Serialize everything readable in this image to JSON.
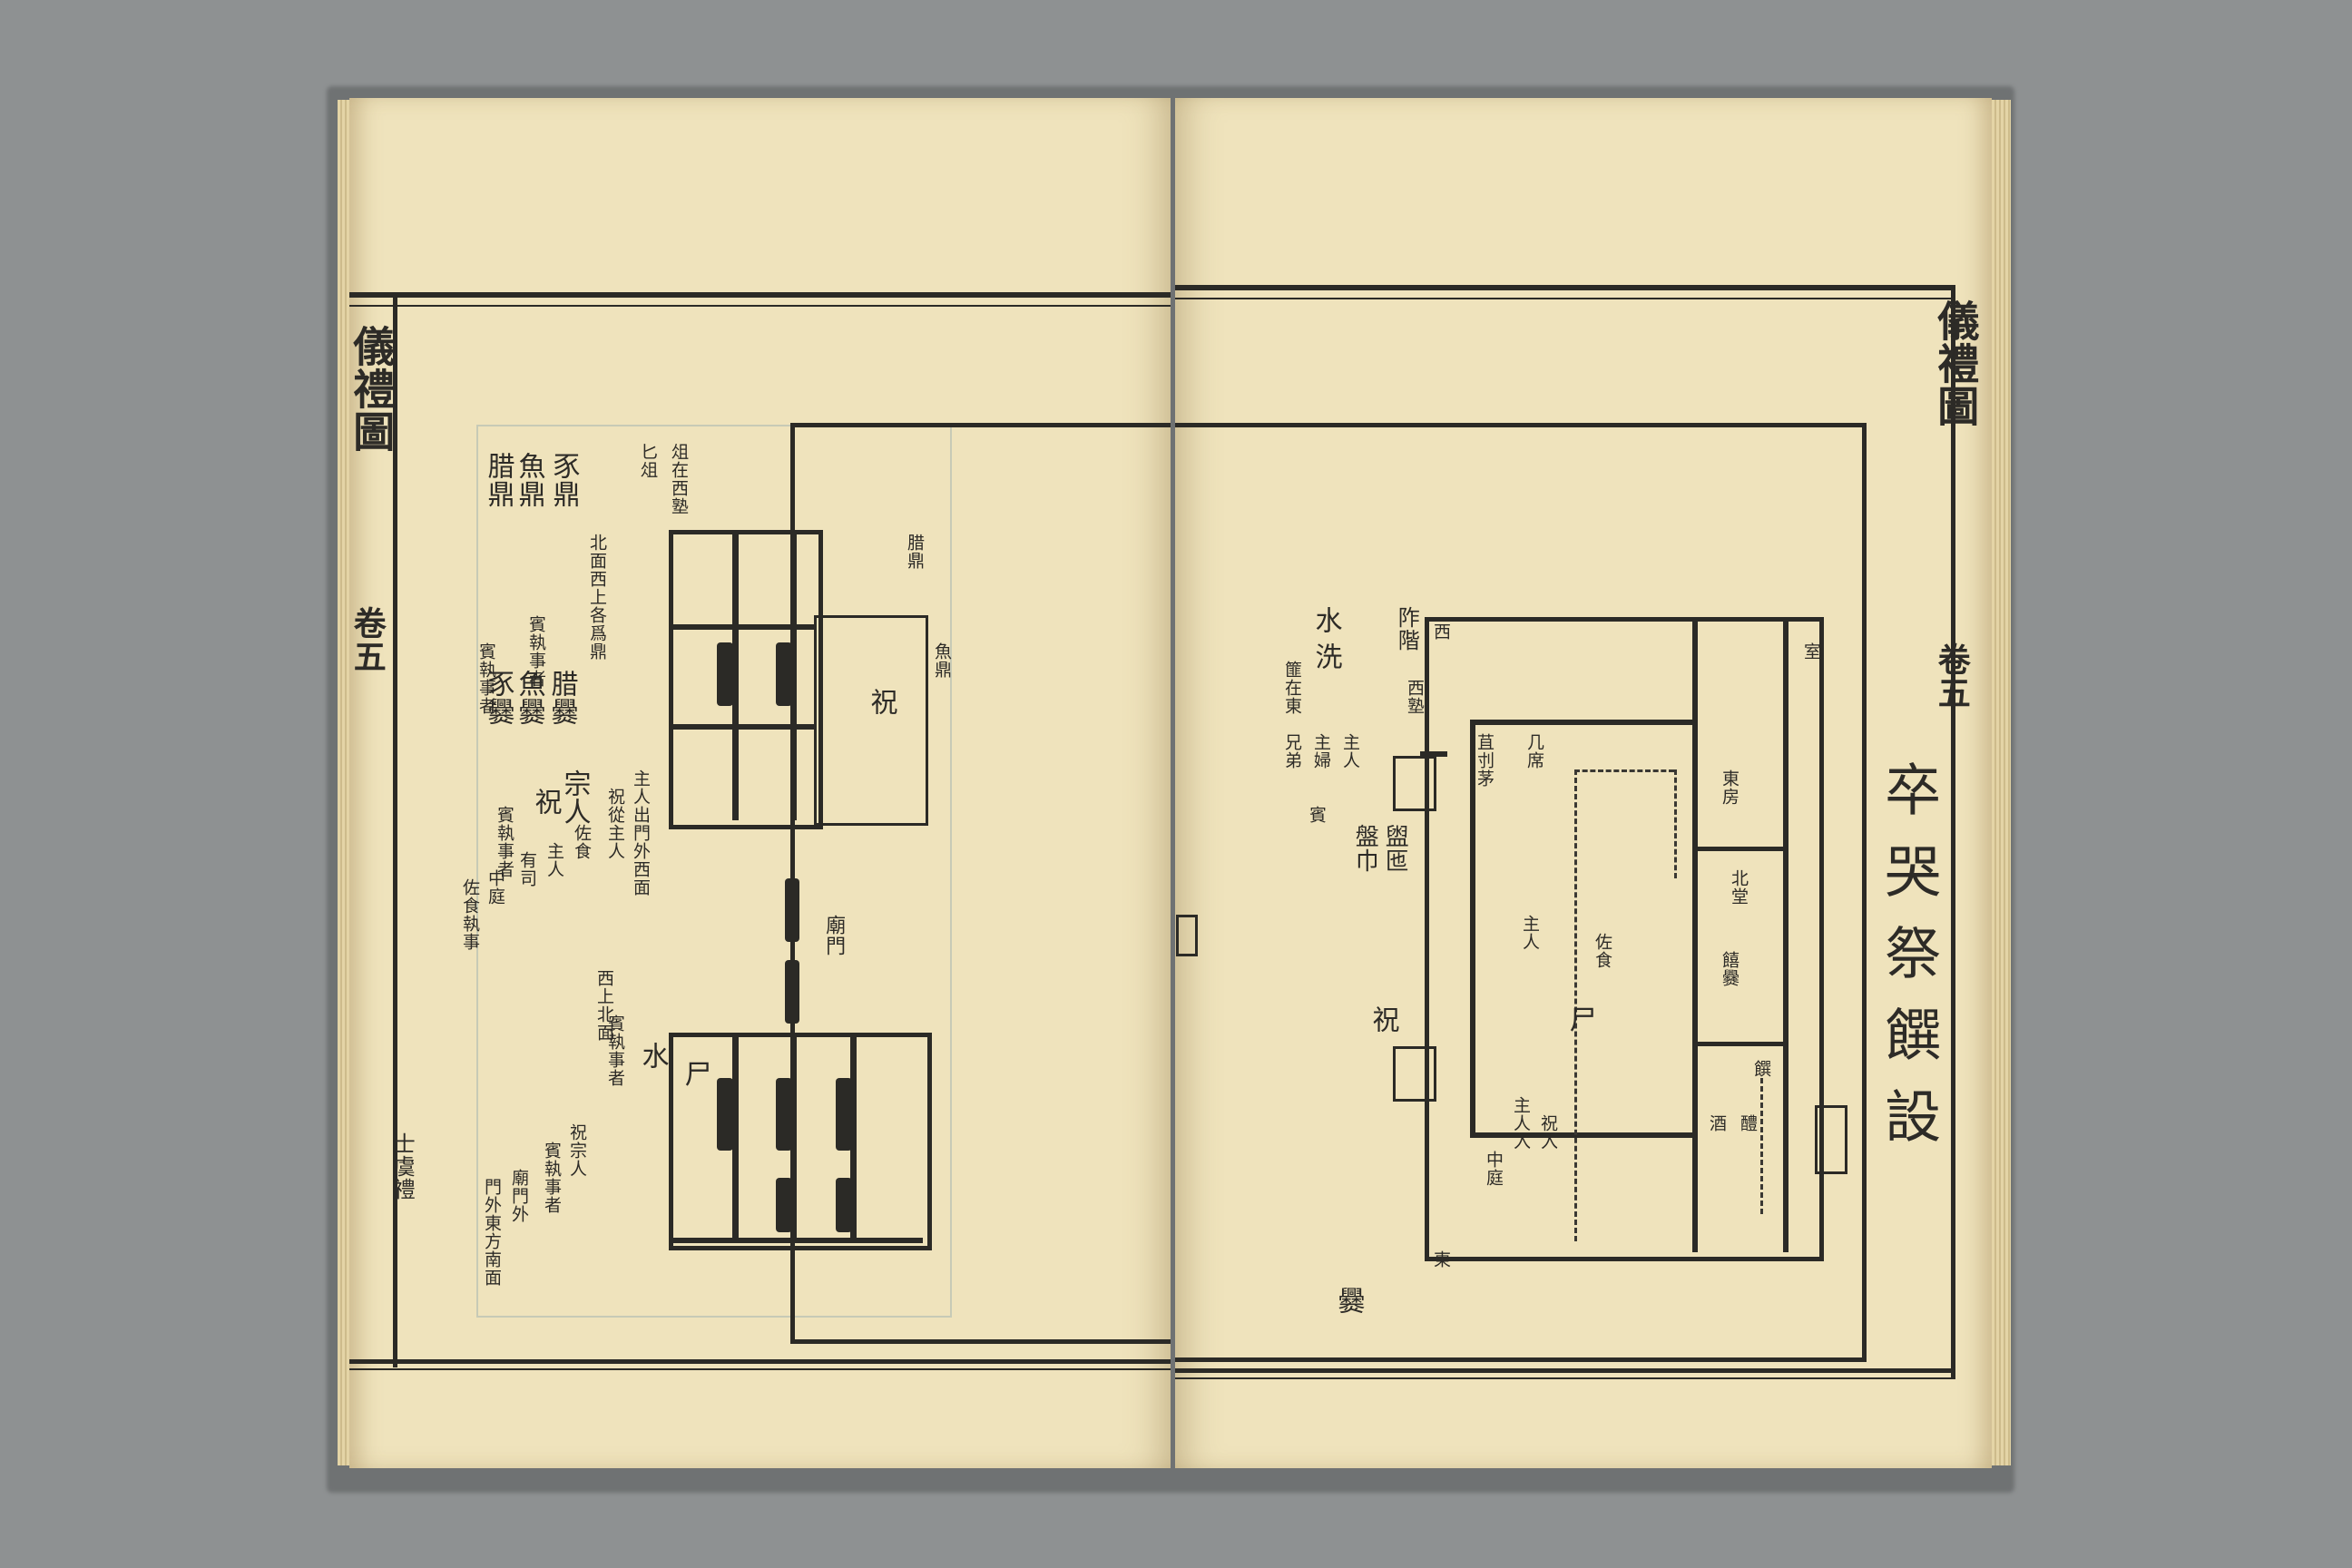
{
  "left_page": {
    "margin": {
      "title": "儀禮圖",
      "volume": "卷五",
      "section": "士虞禮"
    },
    "labels": {
      "p1": "豕鼎",
      "p2": "魚鼎",
      "p3": "腊鼎",
      "p4": "北面西上各爲鼎",
      "p5": "賓執事者",
      "p6": "賓執事者",
      "p7": "腊爨",
      "p8": "魚爨",
      "p9": "豕爨",
      "p10": "宗人",
      "p11": "祝",
      "p12": "祝",
      "p13": "賓執事者",
      "p14": "廟門",
      "p15": "水",
      "p16": "賓執事者",
      "p17": "佐食",
      "p18": "主人",
      "p19": "有司",
      "p20": "主人出門外西面",
      "p21": "祝從主人",
      "p22": "中庭",
      "p23": "佐食執事",
      "p24": "西上北面",
      "p25": "祝宗人",
      "p26": "賓執事者",
      "p27": "廟門外",
      "p28": "門外東方南面",
      "p29": "尸",
      "p30": "腊鼎",
      "p31": "魚鼎",
      "p32": "匕俎",
      "p33": "俎在西塾"
    }
  },
  "right_page": {
    "margin": {
      "title": "儀禮圖",
      "volume": "卷五"
    },
    "heading": "卒哭祭饌設",
    "labels": {
      "r1": "水",
      "r2": "洗",
      "r3": "篚在東",
      "r4": "主人",
      "r5": "主婦",
      "r6": "兄弟",
      "r7": "阼階",
      "r8": "盥匜",
      "r9": "盤巾",
      "r10": "賓",
      "r11": "祝",
      "r12": "苴刌茅",
      "r13": "几席",
      "r14": "主人",
      "r15": "佐食",
      "r16": "尸",
      "r17": "西塾",
      "r18": "東房",
      "r19": "北堂",
      "r20": "室",
      "r21": "饎爨",
      "r22": "饌",
      "r23": "醴",
      "r24": "酒",
      "r25": "中庭",
      "r26": "主人入",
      "r27": "祝入",
      "r28": "爨",
      "r29": "西",
      "r30": "東"
    }
  },
  "colors": {
    "paper": "#efe3bc",
    "ink": "#2b2a26",
    "background": "#8e9192"
  }
}
